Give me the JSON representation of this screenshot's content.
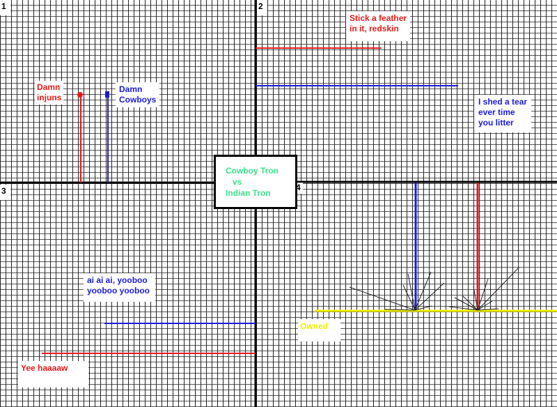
{
  "quadrant_numbers": [
    "1",
    "2",
    "3",
    "4"
  ],
  "title_box": {
    "line1": "Cowboy Tron",
    "line2": "vs",
    "line3": "Indian Tron"
  },
  "labels": {
    "damn_injuns": [
      "Damn",
      "injuns"
    ],
    "damn_cowboys": [
      "Damn",
      "Cowboys"
    ],
    "stick_feather": [
      "Stick a feather",
      "in it, redskin"
    ],
    "shed_tear": [
      "I shed a tear",
      "ever time",
      "you litter"
    ],
    "ai_ai": [
      "ai ai ai, yooboo",
      "yooboo yooboo"
    ],
    "owned": "Owned",
    "yee_haw": "Yee haaaaw"
  },
  "colors": {
    "red": "#e61919",
    "blue": "#1a1adc",
    "yellow": "#f2f200",
    "green": "#3de08a"
  }
}
